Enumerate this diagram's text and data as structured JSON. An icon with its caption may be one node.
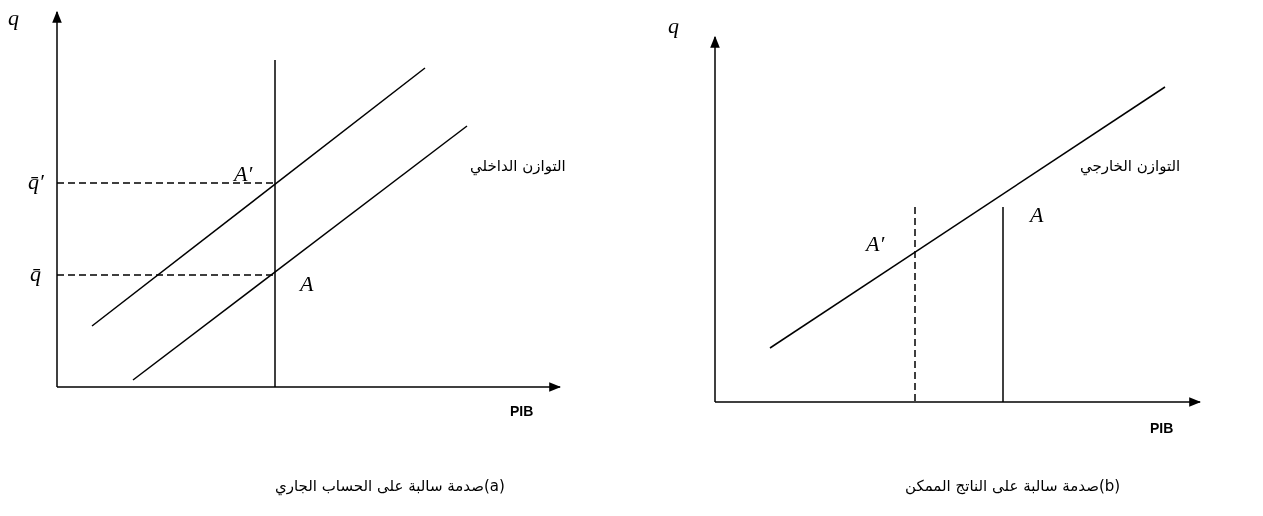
{
  "diagram": {
    "labels": [
      "q",
      "q",
      "q̄′",
      "A′",
      "التوازن الداخلي",
      "التوازن الخارجي",
      "A",
      "A′",
      "q̄",
      "A",
      "PIB",
      "PIB",
      "صدمة سالبة على الحساب الجاري(a)",
      "صدمة سالبة على الناتج الممكن(b)"
    ]
  }
}
